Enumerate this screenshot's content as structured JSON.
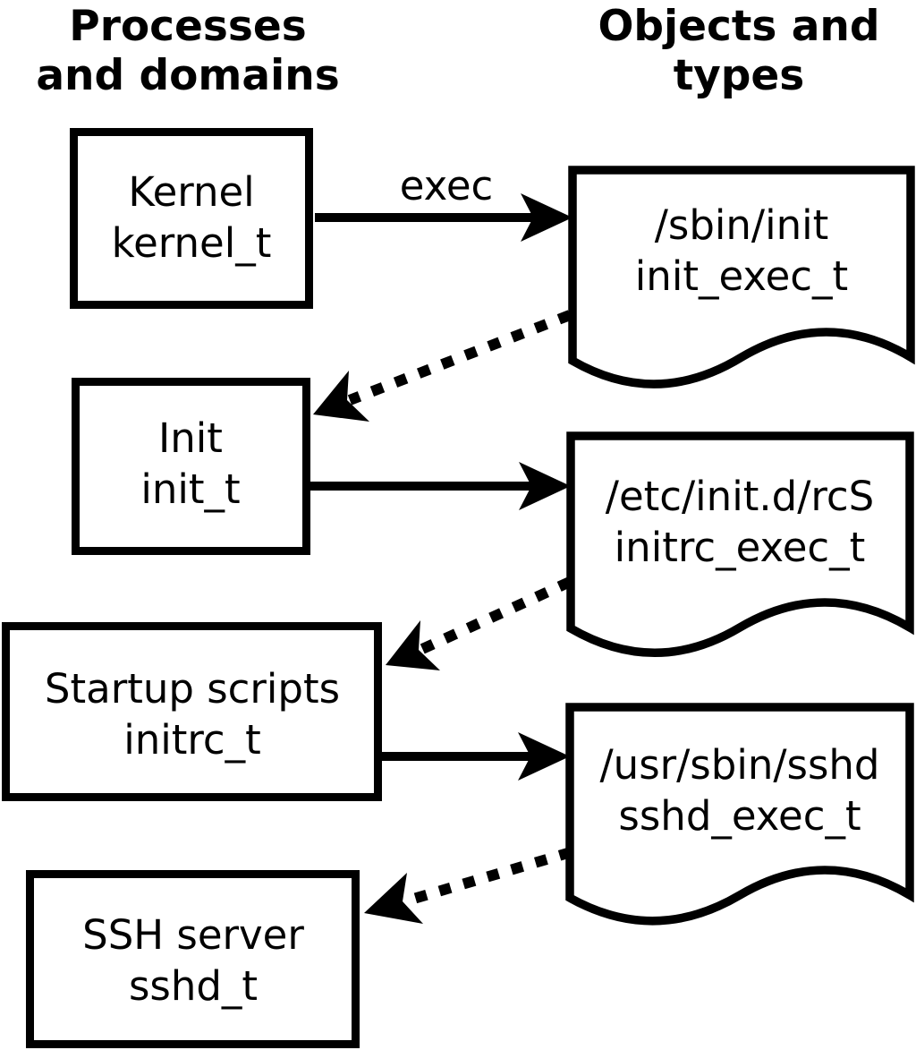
{
  "diagram": {
    "title_implied": "SELinux domain transitions at boot",
    "type": "flow-diagram",
    "colors": {
      "line": "#000000",
      "background": "#ffffff",
      "shape_fill": "#ffffff"
    }
  },
  "headers": {
    "left": {
      "line1": "Processes",
      "line2": "and domains"
    },
    "right": {
      "line1": "Objects and",
      "line2": "types"
    }
  },
  "processes": [
    {
      "name": "Kernel",
      "type": "kernel_t"
    },
    {
      "name": "Init",
      "type": "init_t"
    },
    {
      "name": "Startup scripts",
      "type": "initrc_t"
    },
    {
      "name": "SSH server",
      "type": "sshd_t"
    }
  ],
  "objects": [
    {
      "path": "/sbin/init",
      "type": "init_exec_t"
    },
    {
      "path": "/etc/init.d/rcS",
      "type": "initrc_exec_t"
    },
    {
      "path": "/usr/sbin/sshd",
      "type": "sshd_exec_t"
    }
  ],
  "edges": {
    "solid": [
      {
        "from": "Kernel",
        "to": "/sbin/init",
        "label": "exec"
      },
      {
        "from": "Init",
        "to": "/etc/init.d/rcS",
        "label": ""
      },
      {
        "from": "Startup scripts",
        "to": "/usr/sbin/sshd",
        "label": ""
      }
    ],
    "dotted": [
      {
        "from": "/sbin/init",
        "to": "Init"
      },
      {
        "from": "/etc/init.d/rcS",
        "to": "Startup scripts"
      },
      {
        "from": "/usr/sbin/sshd",
        "to": "SSH server"
      }
    ]
  }
}
